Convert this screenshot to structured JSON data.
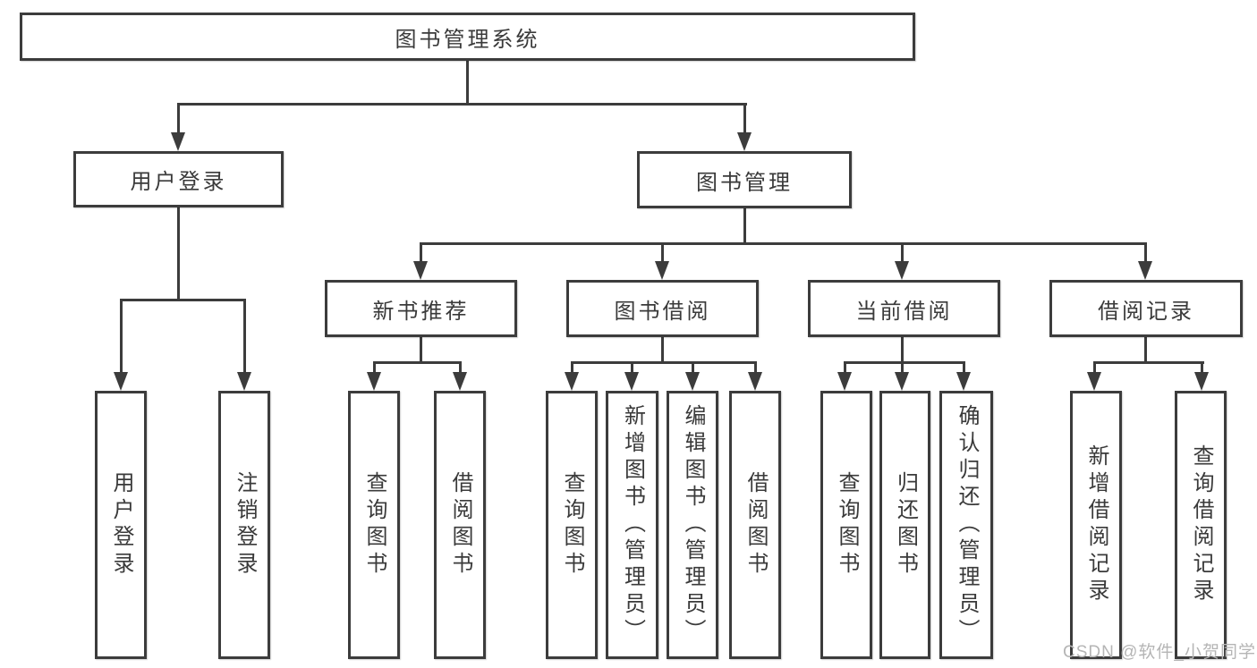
{
  "tree": {
    "root": {
      "label": "图书管理系统",
      "children": [
        {
          "label": "用户登录",
          "children": [
            {
              "label": "用户登录"
            },
            {
              "label": "注销登录"
            }
          ]
        },
        {
          "label": "图书管理",
          "children": [
            {
              "label": "新书推荐",
              "children": [
                {
                  "label": "查询图书"
                },
                {
                  "label": "借阅图书"
                }
              ]
            },
            {
              "label": "图书借阅",
              "children": [
                {
                  "label": "查询图书"
                },
                {
                  "label": "新增图书（管理员）"
                },
                {
                  "label": "编辑图书（管理员）"
                },
                {
                  "label": "借阅图书"
                }
              ]
            },
            {
              "label": "当前借阅",
              "children": [
                {
                  "label": "查询图书"
                },
                {
                  "label": "归还图书"
                },
                {
                  "label": "确认归还（管理员）"
                }
              ]
            },
            {
              "label": "借阅记录",
              "children": [
                {
                  "label": "新增借阅记录"
                },
                {
                  "label": "查询借阅记录"
                }
              ]
            }
          ]
        }
      ]
    }
  },
  "watermark": {
    "text": "CSDN @软件_小贺同学"
  },
  "colors": {
    "line": "#3c3c3c",
    "text": "#3a3a3a",
    "box_background": "#ffffff",
    "page_background": "#ffffff",
    "watermark": "#b5b5b5"
  }
}
